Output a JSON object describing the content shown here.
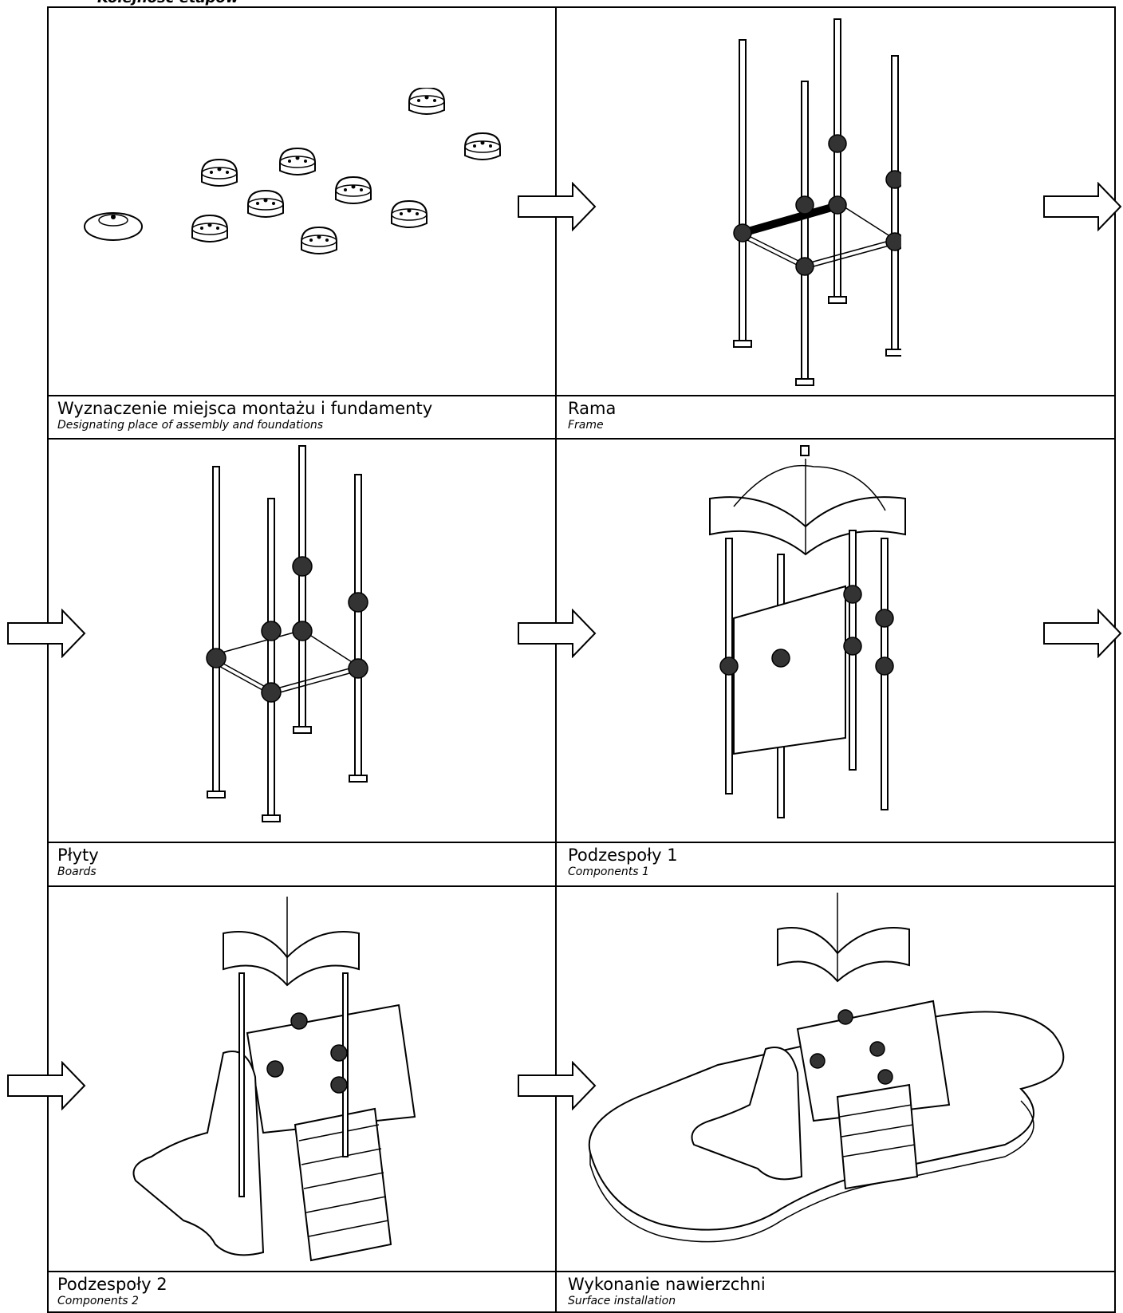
{
  "header": {
    "title": "Kolejność etapów"
  },
  "steps": [
    {
      "pl": "Wyznaczenie miejsca montażu i fundamenty",
      "en": "Designating  place of assembly and foundations"
    },
    {
      "pl": "Rama",
      "en": "Frame"
    },
    {
      "pl": "Płyty",
      "en": "Boards"
    },
    {
      "pl": "Podzespoły 1",
      "en": "Components 1"
    },
    {
      "pl": "Podzespoły 2",
      "en": "Components 2"
    },
    {
      "pl": "Wykonanie nawierzchni",
      "en": "Surface installation"
    }
  ]
}
